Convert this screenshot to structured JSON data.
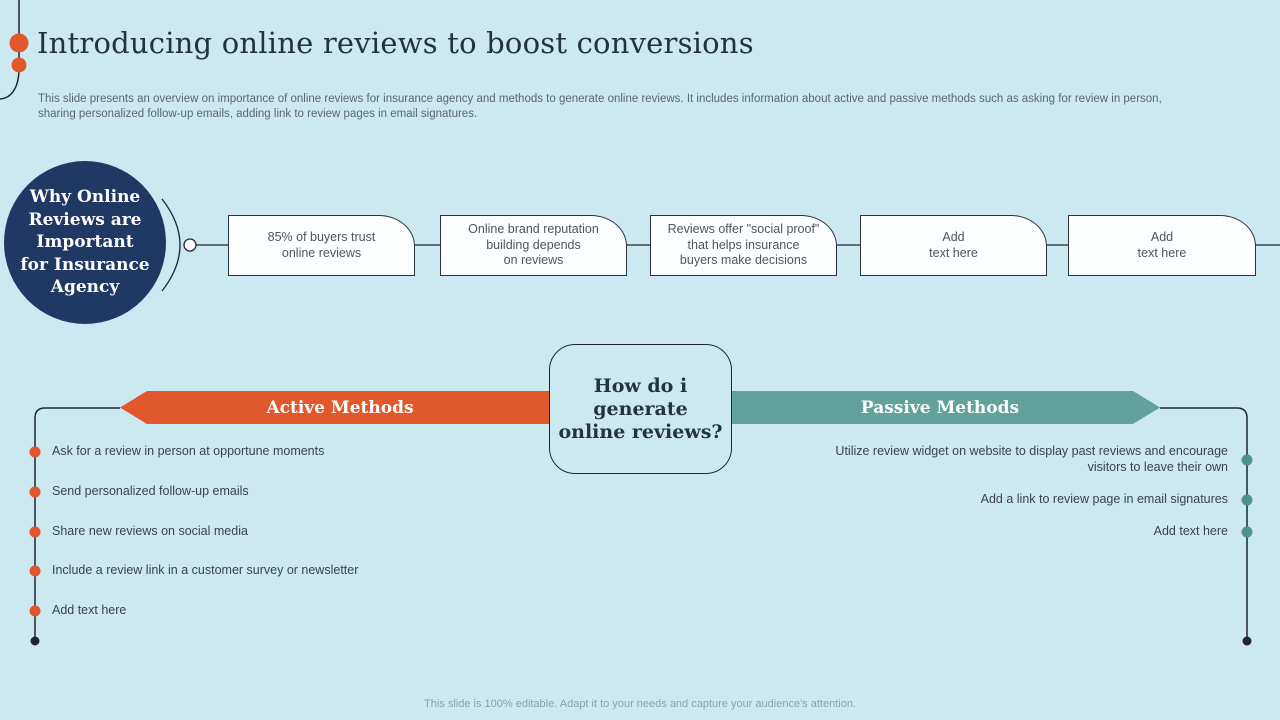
{
  "slide": {
    "title": "Introducing online reviews to boost conversions",
    "subtitle_line1": "This slide presents an overview on importance of online reviews for insurance agency and methods to generate online reviews. It includes information about active and passive methods such as asking for review in person,",
    "subtitle_line2": "sharing personalized follow-up emails, adding link to review pages in email signatures.",
    "footer": "This slide is 100% editable. Adapt it to your needs and capture your audience's attention."
  },
  "why_circle": {
    "lines": [
      "Why Online",
      "Reviews are",
      "Important",
      "for Insurance",
      "Agency"
    ]
  },
  "timeline": {
    "boxes": [
      {
        "lines": [
          "85% of buyers trust",
          "online reviews"
        ]
      },
      {
        "lines": [
          "Online brand reputation",
          "building depends",
          "on reviews"
        ]
      },
      {
        "lines": [
          "Reviews offer \"social proof\"",
          "that helps insurance",
          "buyers make decisions"
        ]
      },
      {
        "lines": [
          "Add",
          "text here"
        ]
      },
      {
        "lines": [
          "Add",
          "text here"
        ]
      }
    ]
  },
  "question_box": {
    "lines": [
      "How do i",
      "generate",
      "online reviews?"
    ]
  },
  "active_methods": {
    "label": "Active Methods",
    "items": [
      "Ask for a review in person at opportune moments",
      "Send personalized follow-up emails",
      "Share new reviews on social media",
      "Include a review link in a customer survey or newsletter",
      "Add text here"
    ]
  },
  "passive_methods": {
    "label": "Passive Methods",
    "item1_line1": "Utilize review widget on website to display past reviews and encourage",
    "item1_line2": "visitors to leave their own",
    "item2": "Add a link to review page in email signatures",
    "item3": "Add text here"
  },
  "colors": {
    "background": "#cce9f1",
    "navy": "#1f3864",
    "orange": "#e0582b",
    "teal": "#62a29a",
    "teal_dot": "#4f938a",
    "line": "#1c2733",
    "black_dot": "#20262b",
    "title_text": "#233240",
    "body_text": "#39434c",
    "muted_text": "#8d9ea9"
  }
}
